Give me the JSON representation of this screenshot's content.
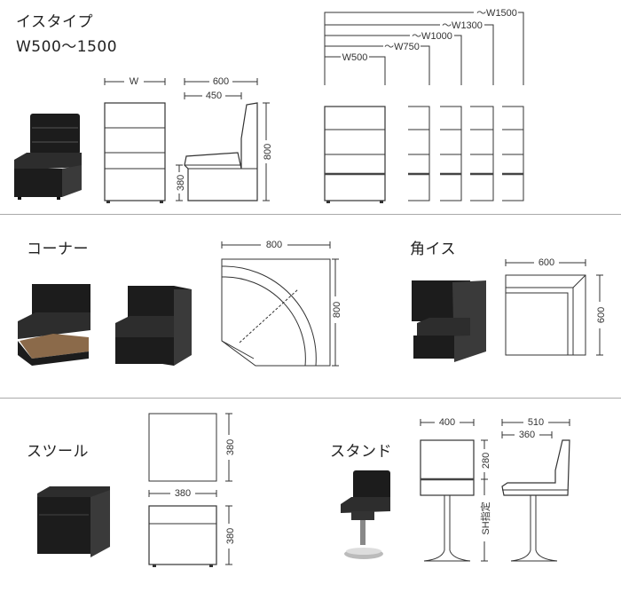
{
  "sections": {
    "chair": {
      "title": "イスタイプ",
      "subtitle": "W500〜1500",
      "dims": {
        "width": "W",
        "depth": "600",
        "seat_depth": "450",
        "height": "800",
        "seat_height": "380",
        "w500": "W500",
        "w750": "〜W750",
        "w1000": "〜W1000",
        "w1300": "〜W1300",
        "w1500": "〜W1500"
      }
    },
    "corner": {
      "title": "コーナー",
      "dims": {
        "width": "800",
        "depth": "800"
      }
    },
    "corner_chair": {
      "title": "角イス",
      "dims": {
        "width": "600",
        "depth": "600"
      }
    },
    "stool": {
      "title": "スツール",
      "dims": {
        "depth": "380",
        "width": "380",
        "height": "380"
      }
    },
    "stand": {
      "title": "スタンド",
      "dims": {
        "width": "400",
        "depth": "510",
        "seat_depth": "360",
        "back_height": "280",
        "sh": "SH指定"
      }
    }
  },
  "colors": {
    "leather": "#1c1c1c",
    "line": "#333333",
    "divider": "#aaaaaa"
  }
}
